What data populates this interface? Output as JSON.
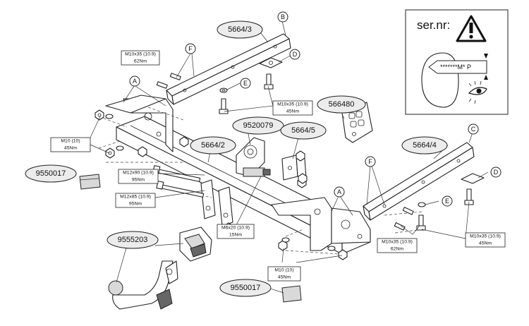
{
  "part_ovals": [
    {
      "id": "p5664_3",
      "text": "5664/3"
    },
    {
      "id": "p566480",
      "text": "566480"
    },
    {
      "id": "p9520079",
      "text": "9520079"
    },
    {
      "id": "p5664_5",
      "text": "5664/5"
    },
    {
      "id": "p5664_2",
      "text": "5664/2"
    },
    {
      "id": "p5664_4",
      "text": "5664/4"
    },
    {
      "id": "p9550017a",
      "text": "9550017"
    },
    {
      "id": "p9555203",
      "text": "9555203"
    },
    {
      "id": "p9550017b",
      "text": "9550017"
    }
  ],
  "letter_markers": [
    {
      "id": "B",
      "text": "B"
    },
    {
      "id": "D1",
      "text": "D"
    },
    {
      "id": "F1",
      "text": "F"
    },
    {
      "id": "E1",
      "text": "E"
    },
    {
      "id": "A1",
      "text": "A"
    },
    {
      "id": "C",
      "text": "C"
    },
    {
      "id": "F2",
      "text": "F"
    },
    {
      "id": "D2",
      "text": "D"
    },
    {
      "id": "E2",
      "text": "E"
    },
    {
      "id": "A2",
      "text": "A"
    }
  ],
  "torque_boxes": [
    {
      "id": "t1",
      "line1": "M10x35 (10.9)",
      "line2": "62Nm"
    },
    {
      "id": "t2",
      "line1": "M10x35 (10.9)",
      "line2": "45Nm"
    },
    {
      "id": "t3",
      "line1": "M10 (10)",
      "line2": "45Nm"
    },
    {
      "id": "t4",
      "line1": "M12x90 (10.9)",
      "line2": "95Nm"
    },
    {
      "id": "t5",
      "line1": "M12x85 (10.9)",
      "line2": "95Nm"
    },
    {
      "id": "t6",
      "line1": "M6x20 (10.9)",
      "line2": "15Nm"
    },
    {
      "id": "t7",
      "line1": "M10x35 (10.9)",
      "line2": "62Nm"
    },
    {
      "id": "t8",
      "line1": "M10x35 (10.9)",
      "line2": "45Nm"
    },
    {
      "id": "t9",
      "line1": "M10 (10)",
      "line2": "45Nm"
    }
  ],
  "serial_panel": {
    "title": "ser.nr:",
    "plate_text": "*******M* P"
  }
}
